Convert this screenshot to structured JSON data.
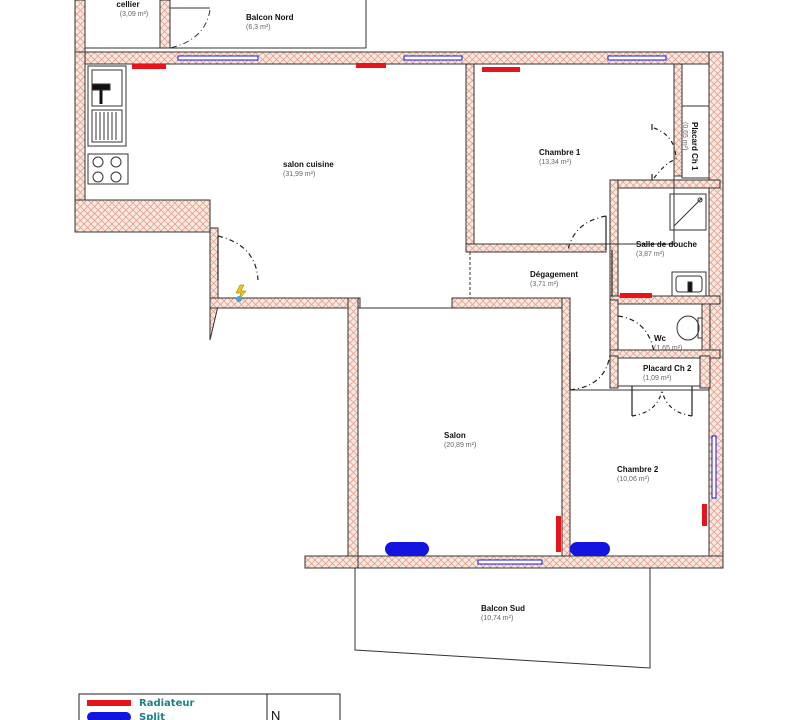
{
  "rooms": {
    "cellier": {
      "name": "cellier",
      "area": "(3,09 m²)"
    },
    "balcon_nord": {
      "name": "Balcon Nord",
      "area": "(6,3 m²)"
    },
    "salon_cuisine": {
      "name": "salon cuisine",
      "area": "(31,99 m²)"
    },
    "chambre1": {
      "name": "Chambre 1",
      "area": "(13,34 m²)"
    },
    "placard_ch1": {
      "name": "Placard Ch 1",
      "area": "(0,65 m²)"
    },
    "salle_de_douche": {
      "name": "Salle de douche",
      "area": "(3,87 m²)"
    },
    "degagement": {
      "name": "Dégagement",
      "area": "(3,71 m²)"
    },
    "wc": {
      "name": "Wc",
      "area": "(1,65 m²)"
    },
    "placard_ch2": {
      "name": "Placard Ch 2",
      "area": "(1,09 m²)"
    },
    "salon": {
      "name": "Salon",
      "area": "(20,89 m²)"
    },
    "chambre2": {
      "name": "Chambre 2",
      "area": "(10,06 m²)"
    },
    "balcon_sud": {
      "name": "Balcon Sud",
      "area": "(10,74 m²)"
    }
  },
  "legend": {
    "radiateur": "Radiateur",
    "split": "Split",
    "north": "N"
  },
  "colors": {
    "radiateur": "#e8141c",
    "split": "#1414e0",
    "wall_hatch": "#e2a08c",
    "wall_line": "#333333",
    "legend_text": "#1c7f86"
  }
}
